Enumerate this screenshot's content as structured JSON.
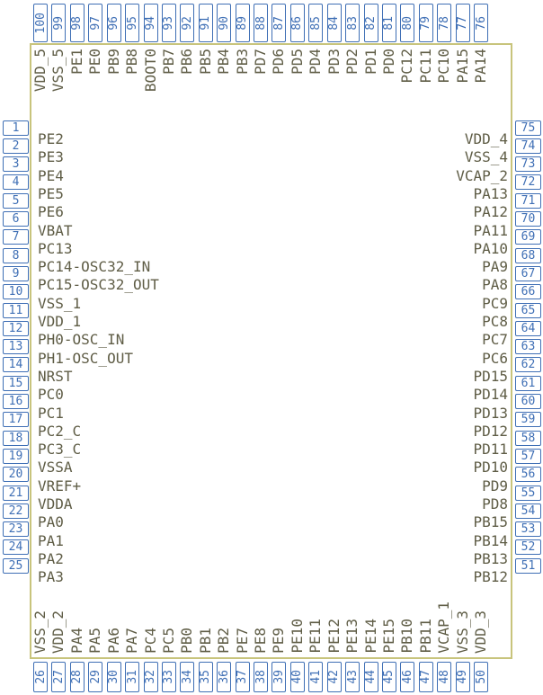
{
  "colors": {
    "pin_blue": "#3f6fb5",
    "body_border": "#c8c47c",
    "label_olive": "#5f5d46",
    "background": "#ffffff"
  },
  "pins": {
    "top": [
      {
        "number": "100",
        "name": "VDD_5"
      },
      {
        "number": "99",
        "name": "VSS_5"
      },
      {
        "number": "98",
        "name": "PE1"
      },
      {
        "number": "97",
        "name": "PE0"
      },
      {
        "number": "96",
        "name": "PB9"
      },
      {
        "number": "95",
        "name": "PB8"
      },
      {
        "number": "94",
        "name": "BOOT0"
      },
      {
        "number": "93",
        "name": "PB7"
      },
      {
        "number": "92",
        "name": "PB6"
      },
      {
        "number": "91",
        "name": "PB5"
      },
      {
        "number": "90",
        "name": "PB4"
      },
      {
        "number": "89",
        "name": "PB3"
      },
      {
        "number": "88",
        "name": "PD7"
      },
      {
        "number": "87",
        "name": "PD6"
      },
      {
        "number": "86",
        "name": "PD5"
      },
      {
        "number": "85",
        "name": "PD4"
      },
      {
        "number": "84",
        "name": "PD3"
      },
      {
        "number": "83",
        "name": "PD2"
      },
      {
        "number": "82",
        "name": "PD1"
      },
      {
        "number": "81",
        "name": "PD0"
      },
      {
        "number": "80",
        "name": "PC12"
      },
      {
        "number": "79",
        "name": "PC11"
      },
      {
        "number": "78",
        "name": "PC10"
      },
      {
        "number": "77",
        "name": "PA15"
      },
      {
        "number": "76",
        "name": "PA14"
      }
    ],
    "left": [
      {
        "number": "1",
        "name": "PE2"
      },
      {
        "number": "2",
        "name": "PE3"
      },
      {
        "number": "3",
        "name": "PE4"
      },
      {
        "number": "4",
        "name": "PE5"
      },
      {
        "number": "5",
        "name": "PE6"
      },
      {
        "number": "6",
        "name": "VBAT"
      },
      {
        "number": "7",
        "name": "PC13"
      },
      {
        "number": "8",
        "name": "PC14-OSC32_IN"
      },
      {
        "number": "9",
        "name": "PC15-OSC32_OUT"
      },
      {
        "number": "10",
        "name": "VSS_1"
      },
      {
        "number": "11",
        "name": "VDD_1"
      },
      {
        "number": "12",
        "name": "PH0-OSC_IN"
      },
      {
        "number": "13",
        "name": "PH1-OSC_OUT"
      },
      {
        "number": "14",
        "name": "NRST"
      },
      {
        "number": "15",
        "name": "PC0"
      },
      {
        "number": "16",
        "name": "PC1"
      },
      {
        "number": "17",
        "name": "PC2_C"
      },
      {
        "number": "18",
        "name": "PC3_C"
      },
      {
        "number": "19",
        "name": "VSSA"
      },
      {
        "number": "20",
        "name": "VREF+"
      },
      {
        "number": "21",
        "name": "VDDA"
      },
      {
        "number": "22",
        "name": "PA0"
      },
      {
        "number": "23",
        "name": "PA1"
      },
      {
        "number": "24",
        "name": "PA2"
      },
      {
        "number": "25",
        "name": "PA3"
      }
    ],
    "right": [
      {
        "number": "75",
        "name": "VDD_4"
      },
      {
        "number": "74",
        "name": "VSS_4"
      },
      {
        "number": "73",
        "name": "VCAP_2"
      },
      {
        "number": "72",
        "name": "PA13"
      },
      {
        "number": "71",
        "name": "PA12"
      },
      {
        "number": "70",
        "name": "PA11"
      },
      {
        "number": "69",
        "name": "PA10"
      },
      {
        "number": "68",
        "name": "PA9"
      },
      {
        "number": "67",
        "name": "PA8"
      },
      {
        "number": "66",
        "name": "PC9"
      },
      {
        "number": "65",
        "name": "PC8"
      },
      {
        "number": "64",
        "name": "PC7"
      },
      {
        "number": "63",
        "name": "PC6"
      },
      {
        "number": "62",
        "name": "PD15"
      },
      {
        "number": "61",
        "name": "PD14"
      },
      {
        "number": "60",
        "name": "PD13"
      },
      {
        "number": "59",
        "name": "PD12"
      },
      {
        "number": "58",
        "name": "PD11"
      },
      {
        "number": "57",
        "name": "PD10"
      },
      {
        "number": "56",
        "name": "PD9"
      },
      {
        "number": "55",
        "name": "PD8"
      },
      {
        "number": "54",
        "name": "PB15"
      },
      {
        "number": "53",
        "name": "PB14"
      },
      {
        "number": "52",
        "name": "PB13"
      },
      {
        "number": "51",
        "name": "PB12"
      }
    ],
    "bottom": [
      {
        "number": "26",
        "name": "VSS_2"
      },
      {
        "number": "27",
        "name": "VDD_2"
      },
      {
        "number": "28",
        "name": "PA4"
      },
      {
        "number": "29",
        "name": "PA5"
      },
      {
        "number": "30",
        "name": "PA6"
      },
      {
        "number": "31",
        "name": "PA7"
      },
      {
        "number": "32",
        "name": "PC4"
      },
      {
        "number": "33",
        "name": "PC5"
      },
      {
        "number": "34",
        "name": "PB0"
      },
      {
        "number": "35",
        "name": "PB1"
      },
      {
        "number": "36",
        "name": "PB2"
      },
      {
        "number": "37",
        "name": "PE7"
      },
      {
        "number": "38",
        "name": "PE8"
      },
      {
        "number": "39",
        "name": "PE9"
      },
      {
        "number": "40",
        "name": "PE10"
      },
      {
        "number": "41",
        "name": "PE11"
      },
      {
        "number": "42",
        "name": "PE12"
      },
      {
        "number": "43",
        "name": "PE13"
      },
      {
        "number": "44",
        "name": "PE14"
      },
      {
        "number": "45",
        "name": "PE15"
      },
      {
        "number": "46",
        "name": "PB10"
      },
      {
        "number": "47",
        "name": "PB11"
      },
      {
        "number": "48",
        "name": "VCAP_1"
      },
      {
        "number": "49",
        "name": "VSS_3"
      },
      {
        "number": "50",
        "name": "VDD_3"
      }
    ]
  }
}
